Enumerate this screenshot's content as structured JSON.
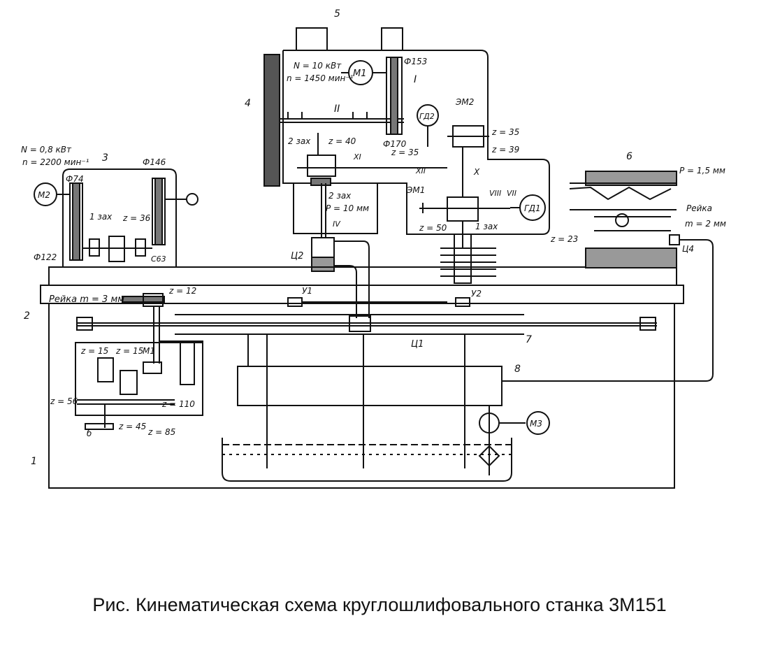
{
  "caption": "Рис. Кинематическая схема круглошлифовального станка 3М151",
  "labels": {
    "n1": "1",
    "n2": "2",
    "n3": "3",
    "n4": "4",
    "n5": "5",
    "n6": "6",
    "n7": "7",
    "n8": "8",
    "motor_main_power": "N = 10 кВт",
    "motor_main_speed": "n = 1450 мин⁻¹",
    "motor_aux_power": "N = 0,8 кВт",
    "motor_aux_speed": "n = 2200 мин⁻¹",
    "m1": "М1",
    "m2": "М2",
    "m3": "М3",
    "pulley_153": "Ф153",
    "pulley_170": "Ф170",
    "pulley_74": "Ф74",
    "pulley_146": "Ф146",
    "pulley_122": "Ф122",
    "shaft_I": "I",
    "shaft_II": "II",
    "em2": "ЭМ2",
    "em1": "ЭМ1",
    "gd2": "ГД2",
    "gd1": "ГД1",
    "z35a": "z = 35",
    "z39": "z = 39",
    "z35b": "z = 35",
    "z40": "z = 40",
    "z2zah": "2 зах",
    "z2zah_b": "2 зах",
    "p10": "P = 10 мм",
    "z50": "z = 50",
    "z1zah": "1 зах",
    "z1zah_left": "1 зах",
    "z36": "z = 36",
    "c63": "C63",
    "shaft_XI": "XI",
    "shaft_XII": "XII",
    "shaft_X": "X",
    "shaft_VIII": "VIII",
    "shaft_VII": "VII",
    "shaft_IV": "IV",
    "c2": "Ц2",
    "c1": "Ц1",
    "c4": "Ц4",
    "u1": "У1",
    "u2": "У2",
    "rack_table": "Рейка m = 3 мм",
    "z12": "z = 12",
    "p15": "P = 1,5 мм",
    "rack_head": "Рейка",
    "m2mm": "m = 2 мм",
    "z23": "z = 23",
    "z15a": "z = 15",
    "z15b": "z = 15",
    "m1_small": "М1",
    "z56": "z = 56",
    "z45": "z = 45",
    "z85": "z = 85",
    "z110": "z = 110",
    "b_letter": "б"
  }
}
